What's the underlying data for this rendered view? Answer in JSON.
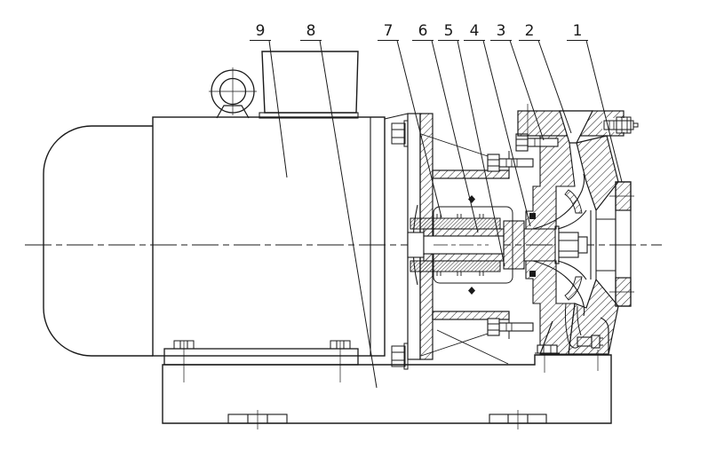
{
  "meta": {
    "kind": "technical-drawing",
    "subject": "Close-coupled centrifugal pump - longitudinal cross-section",
    "background_color": "#ffffff",
    "line_color": "#1a1a1a"
  },
  "callouts": [
    {
      "number": "1"
    },
    {
      "number": "2"
    },
    {
      "number": "3"
    },
    {
      "number": "4"
    },
    {
      "number": "5"
    },
    {
      "number": "6"
    },
    {
      "number": "7"
    },
    {
      "number": "8"
    },
    {
      "number": "9"
    }
  ]
}
